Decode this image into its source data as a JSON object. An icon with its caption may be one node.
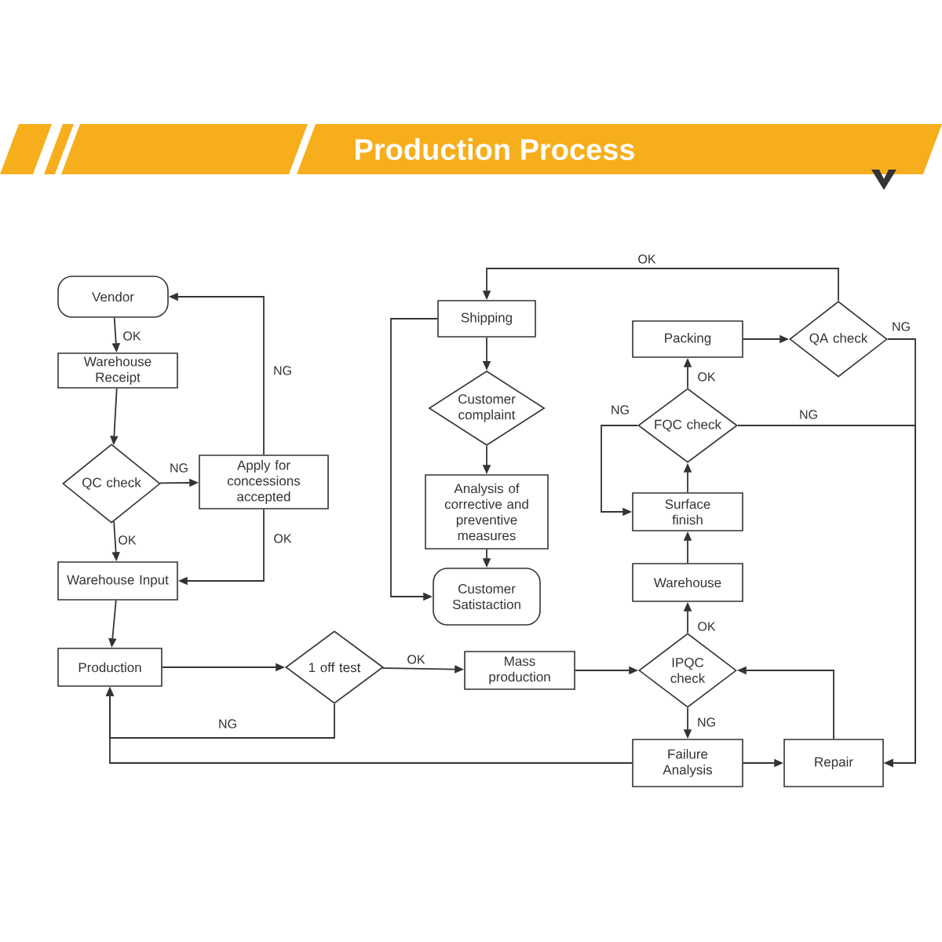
{
  "diagram": {
    "title": "Production Process",
    "nodes": [
      {
        "text": [
          "Vendor"
        ]
      },
      {
        "text": [
          "Warehouse Receipt"
        ]
      },
      {
        "text": [
          "QC check"
        ]
      },
      {
        "text": [
          "Apply for concessions accepted"
        ]
      },
      {
        "text": [
          "Warehouse Input"
        ]
      },
      {
        "text": [
          "Production"
        ]
      },
      {
        "text": [
          "1 off test"
        ]
      },
      {
        "text": [
          "Mass production"
        ]
      },
      {
        "text": [
          "IPQC check"
        ]
      },
      {
        "text": [
          "Failure Analysis"
        ]
      },
      {
        "text": [
          "Repair"
        ]
      },
      {
        "text": [
          "Warehouse"
        ]
      },
      {
        "text": [
          "Surface finish"
        ]
      },
      {
        "text": [
          "FQC check"
        ]
      },
      {
        "text": [
          "Packing"
        ]
      },
      {
        "text": [
          "QA check"
        ]
      },
      {
        "text": [
          "Shipping"
        ]
      },
      {
        "text": [
          "Customer complaint"
        ]
      },
      {
        "text": [
          "Analysis of corrective and preventive measures"
        ]
      },
      {
        "text": [
          "Customer Satistaction"
        ]
      }
    ],
    "edges": [
      {
        "from": 0,
        "to": 1,
        "arrow": "to",
        "label": "OK"
      },
      {
        "from": 1,
        "to": 2,
        "arrow": "to"
      },
      {
        "from": 2,
        "to": 3,
        "arrow": "to",
        "label": "NG"
      },
      {
        "from": 2,
        "to": 4,
        "arrow": "to",
        "label": "OK"
      },
      {
        "from": 3,
        "to": 0,
        "arrow": "to",
        "label": "NG"
      },
      {
        "from": 3,
        "to": 4,
        "arrow": "to",
        "label": "OK"
      },
      {
        "from": 4,
        "to": 5,
        "arrow": "to"
      },
      {
        "from": 5,
        "to": 6,
        "arrow": "to"
      },
      {
        "from": 6,
        "to": 7,
        "arrow": "to",
        "label": "OK"
      },
      {
        "from": 6,
        "to": 5,
        "arrow": "to",
        "label": "NG"
      },
      {
        "from": 9,
        "to": 5,
        "arrow": "to"
      },
      {
        "from": 7,
        "to": 8,
        "arrow": "to"
      },
      {
        "from": 8,
        "to": 9,
        "arrow": "to",
        "label": "NG"
      },
      {
        "from": 8,
        "to": 11,
        "arrow": "to",
        "label": "OK"
      },
      {
        "from": 9,
        "to": 10,
        "arrow": "to"
      },
      {
        "from": 10,
        "to": 8,
        "arrow": "to"
      },
      {
        "from": 11,
        "to": 12,
        "arrow": "to"
      },
      {
        "from": 12,
        "to": 13,
        "arrow": "to"
      },
      {
        "from": 13,
        "to": 14,
        "arrow": "to",
        "label": "OK"
      },
      {
        "from": 13,
        "to": 12,
        "arrow": "to",
        "label": "NG"
      },
      {
        "from": 13,
        "to": 10,
        "arrow": "to",
        "label": "NG"
      },
      {
        "from": 14,
        "to": 15,
        "arrow": "to"
      },
      {
        "from": 15,
        "to": 16,
        "arrow": "to",
        "label": "OK"
      },
      {
        "from": 15,
        "to": 10,
        "arrow": "to",
        "label": "NG"
      },
      {
        "from": 16,
        "to": 17,
        "arrow": "to"
      },
      {
        "from": 17,
        "to": 18,
        "arrow": "to"
      },
      {
        "from": 18,
        "to": 19,
        "arrow": "to"
      },
      {
        "from": 16,
        "to": 19,
        "arrow": "to"
      }
    ]
  }
}
